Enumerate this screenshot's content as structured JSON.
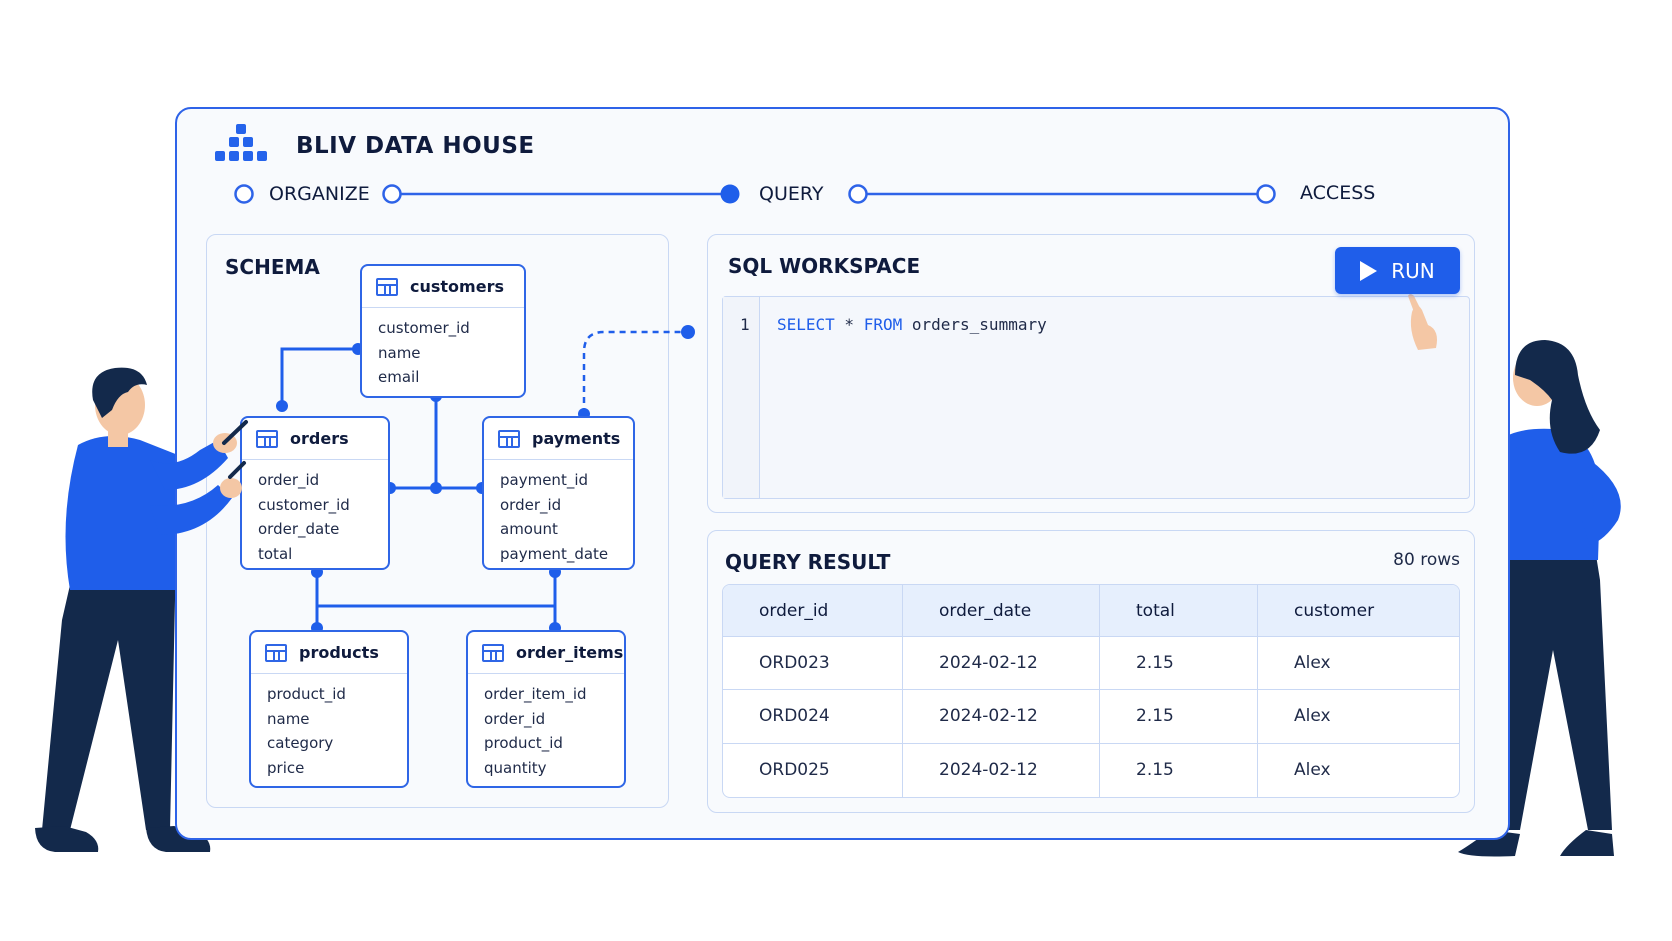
{
  "app": {
    "title": "BLIV DATA HOUSE",
    "logo_icon": "stacked-blocks-icon"
  },
  "steps": [
    {
      "label": "ORGANIZE"
    },
    {
      "label": "QUERY"
    },
    {
      "label": "ACCESS"
    }
  ],
  "schema": {
    "title": "SCHEMA",
    "tables": {
      "customers": {
        "name": "customers",
        "fields": [
          "customer_id",
          "name",
          "email"
        ]
      },
      "orders": {
        "name": "orders",
        "fields": [
          "order_id",
          "customer_id",
          "order_date",
          "total"
        ]
      },
      "payments": {
        "name": "payments",
        "fields": [
          "payment_id",
          "order_id",
          "amount",
          "payment_date"
        ]
      },
      "products": {
        "name": "products",
        "fields": [
          "product_id",
          "name",
          "category",
          "price"
        ]
      },
      "order_items": {
        "name": "order_items",
        "fields": [
          "order_item_id",
          "order_id",
          "product_id",
          "quantity"
        ]
      }
    }
  },
  "workspace": {
    "title": "SQL WORKSPACE",
    "run_label": "RUN",
    "line_number": "1",
    "code": {
      "kw_select": "SELECT",
      "star": " * ",
      "kw_from": "FROM",
      "table": " orders_summary"
    }
  },
  "result": {
    "title": "QUERY RESULT",
    "rows_count": "80 rows",
    "columns": [
      "order_id",
      "order_date",
      "total",
      "customer"
    ],
    "rows": [
      [
        "ORD023",
        "2024-02-12",
        "2.15",
        "Alex"
      ],
      [
        "ORD024",
        "2024-02-12",
        "2.15",
        "Alex"
      ],
      [
        "ORD025",
        "2024-02-12",
        "2.15",
        "Alex"
      ]
    ]
  },
  "colors": {
    "accent": "#1f5eea",
    "frame": "#2e63e8",
    "ink": "#0f1b3d",
    "panel_border": "#c9d8f4"
  }
}
